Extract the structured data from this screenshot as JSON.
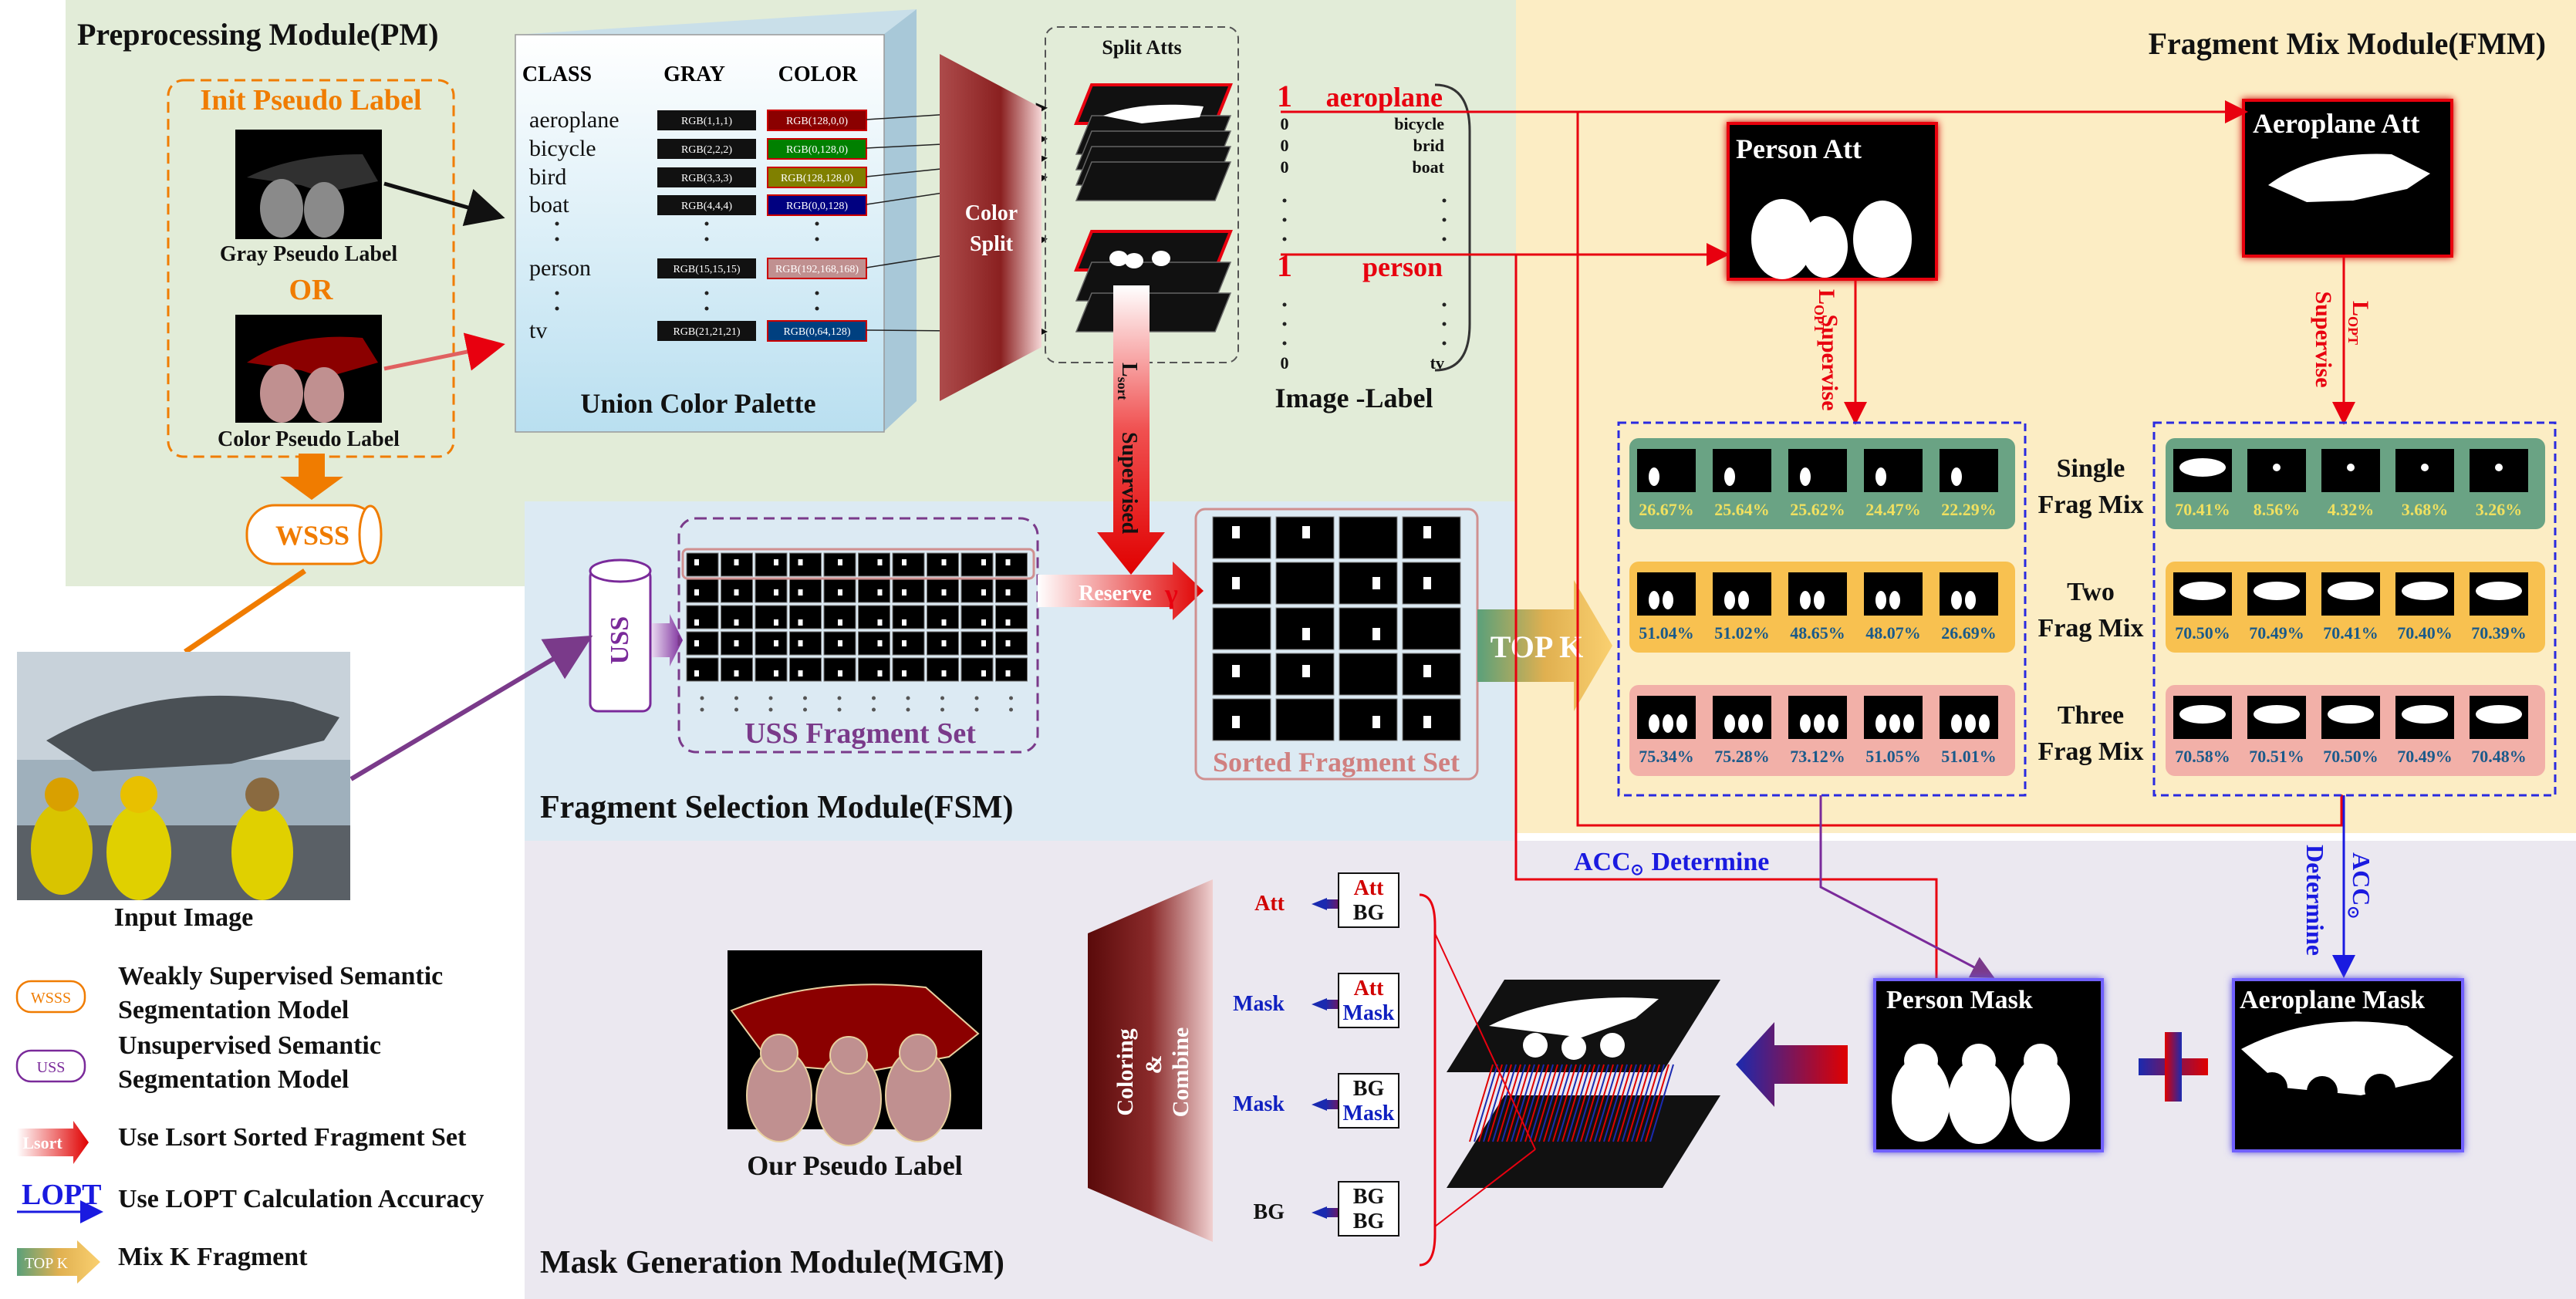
{
  "modules": {
    "pm": "Preprocessing Module(PM)",
    "fmm": "Fragment Mix Module(FMM)",
    "fsm": "Fragment Selection Module(FSM)",
    "mgm": "Mask Generation Module(MGM)"
  },
  "pm": {
    "init_label": "Init Pseudo Label",
    "gray_label": "Gray Pseudo Label",
    "or": "OR",
    "color_label": "Color Pseudo Label",
    "wsss": "WSSS",
    "palette_title": "Union Color Palette",
    "headers": [
      "CLASS",
      "GRAY",
      "COLOR"
    ],
    "rows": [
      {
        "cls": "aeroplane",
        "gray": "RGB(1,1,1)",
        "color": "RGB(128,0,0)",
        "hex": "#8b0000",
        "tc": "#ffffff"
      },
      {
        "cls": "bicycle",
        "gray": "RGB(2,2,2)",
        "color": "RGB(0,128,0)",
        "hex": "#008000",
        "tc": "#ffffff"
      },
      {
        "cls": "bird",
        "gray": "RGB(3,3,3)",
        "color": "RGB(128,128,0)",
        "hex": "#808000",
        "tc": "#ffffff"
      },
      {
        "cls": "boat",
        "gray": "RGB(4,4,4)",
        "color": "RGB(0,0,128)",
        "hex": "#000080",
        "tc": "#ffffff"
      },
      {
        "cls": "person",
        "gray": "RGB(15,15,15)",
        "color": "RGB(192,168,168)",
        "hex": "#c09090",
        "tc": "#ffffff"
      },
      {
        "cls": "tv",
        "gray": "RGB(21,21,21)",
        "color": "RGB(0,64,128)",
        "hex": "#004080",
        "tc": "#ffffff"
      }
    ],
    "color_split": [
      "Color",
      "Split"
    ],
    "split_atts": "Split Atts"
  },
  "image_label": {
    "title": "Image -Label",
    "rows": [
      {
        "v": "1",
        "c": "aeroplane",
        "hl": true
      },
      {
        "v": "0",
        "c": "bicycle",
        "hl": false
      },
      {
        "v": "0",
        "c": "brid",
        "hl": false
      },
      {
        "v": "0",
        "c": "boat",
        "hl": false
      },
      {
        "v": "1",
        "c": "person",
        "hl": true
      },
      {
        "v": "0",
        "c": "tv",
        "hl": false
      }
    ]
  },
  "fmm": {
    "person_att": "Person Att",
    "aeroplane_att": "Aeroplane Att",
    "lopt": "L",
    "lopt_sub": "OPT",
    "supervise": "Supervise",
    "mix_labels": [
      [
        "Single",
        "Frag Mix"
      ],
      [
        "Two",
        "Frag Mix"
      ],
      [
        "Three",
        "Frag Mix"
      ]
    ],
    "person_accs": [
      [
        "26.67%",
        "25.64%",
        "25.62%",
        "24.47%",
        "22.29%"
      ],
      [
        "51.04%",
        "51.02%",
        "48.65%",
        "48.07%",
        "26.69%"
      ],
      [
        "75.34%",
        "75.28%",
        "73.12%",
        "51.05%",
        "51.01%"
      ]
    ],
    "aero_accs": [
      [
        "70.41%",
        "8.56%",
        "4.32%",
        "3.68%",
        "3.26%"
      ],
      [
        "70.50%",
        "70.49%",
        "70.41%",
        "70.40%",
        "70.39%"
      ],
      [
        "70.58%",
        "70.51%",
        "70.50%",
        "70.49%",
        "70.48%"
      ]
    ],
    "row_colors": [
      "#6aa384",
      "#f8c150",
      "#f2b0a8"
    ],
    "acc_determine": "ACC",
    "determine": "Determine",
    "top_k": "TOP K"
  },
  "fsm": {
    "uss": "USS",
    "uss_set": "USS Fragment Set",
    "reserve": "Reserve",
    "gamma": "γ",
    "lsort": "L",
    "lsort_sub": "sort",
    "supervised": "Supervised",
    "sorted_set": "Sorted Fragment Set"
  },
  "mgm": {
    "person_mask": "Person Mask",
    "aeroplane_mask": "Aeroplane Mask",
    "coloring": "Coloring",
    "amp": "&",
    "combine": "Combine",
    "pseudo": "Our Pseudo Label",
    "rules": [
      {
        "out": "Att",
        "a": "Att",
        "b": "BG",
        "oc": "#d00000",
        "ac": "#d00000",
        "bc": "#111111"
      },
      {
        "out": "Mask",
        "a": "Att",
        "b": "Mask",
        "oc": "#1020c0",
        "ac": "#d00000",
        "bc": "#1020c0"
      },
      {
        "out": "Mask",
        "a": "BG",
        "b": "Mask",
        "oc": "#1020c0",
        "ac": "#111111",
        "bc": "#1020c0"
      },
      {
        "out": "BG",
        "a": "BG",
        "b": "BG",
        "oc": "#111111",
        "ac": "#111111",
        "bc": "#111111"
      }
    ]
  },
  "input_label": "Input Image",
  "legend": [
    {
      "icon": "WSSS",
      "lines": [
        "Weakly Supervised Semantic",
        "Segmentation Model"
      ]
    },
    {
      "icon": "USS",
      "lines": [
        "Unsupervised Semantic",
        "Segmentation Model"
      ]
    },
    {
      "icon": "Lsort",
      "lines": [
        "Use Lsort Sorted Fragment Set"
      ]
    },
    {
      "icon": "LOPT",
      "lines": [
        "Use LOPT Calculation Accuracy"
      ]
    },
    {
      "icon": "TOP K",
      "lines": [
        "Mix K Fragment"
      ]
    }
  ],
  "colors": {
    "pm_bg": "#e2ecd8",
    "fmm_bg": "#fcedc4",
    "fsm_bg": "#dceaf3",
    "mgm_bg": "#ebe8f0",
    "red": "#e8000f",
    "blue": "#1a1ae0",
    "orange": "#f07c00",
    "purple": "#7a3a8a"
  }
}
